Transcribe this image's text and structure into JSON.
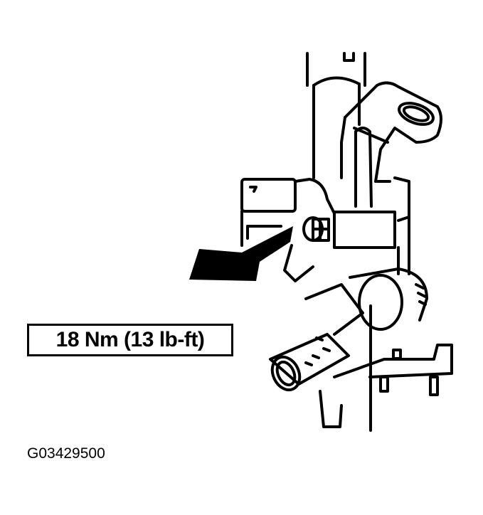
{
  "diagram": {
    "subject": "steering column with ignition lock cylinder and bracket",
    "callout": {
      "torque_label": "18 Nm (13 lb-ft)"
    },
    "figure_id": "G03429500",
    "arrow": {
      "direction": "up-right",
      "target": "bolt/nut fastener"
    },
    "colors": {
      "line": "#000000",
      "background": "#ffffff"
    }
  }
}
